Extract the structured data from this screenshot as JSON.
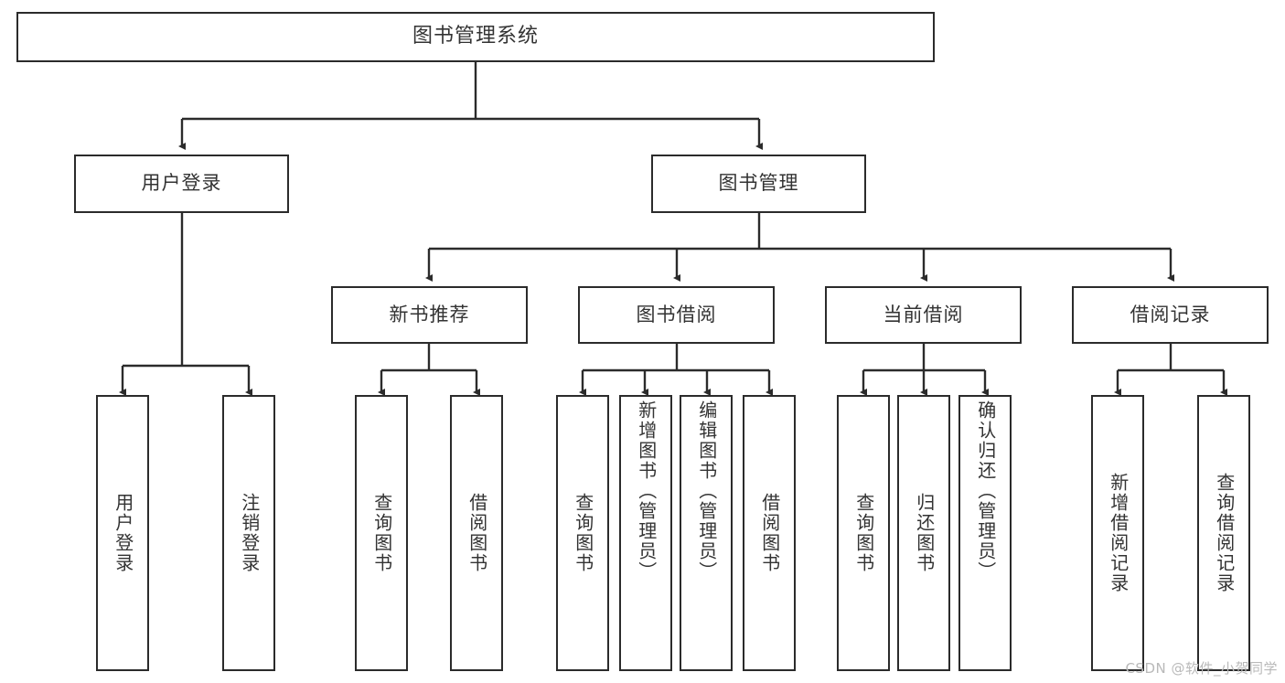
{
  "diagram": {
    "type": "tree",
    "title": "图书管理系统",
    "root": {
      "label": "图书管理系统"
    },
    "level2": [
      {
        "label": "用户登录"
      },
      {
        "label": "图书管理"
      }
    ],
    "level3": [
      {
        "label": "新书推荐"
      },
      {
        "label": "图书借阅"
      },
      {
        "label": "当前借阅"
      },
      {
        "label": "借阅记录"
      }
    ],
    "leaves": {
      "user_login": [
        {
          "label": "用户登录"
        },
        {
          "label": "注销登录"
        }
      ],
      "new_book_recommend": [
        {
          "label": "查询图书"
        },
        {
          "label": "借阅图书"
        }
      ],
      "book_borrow": [
        {
          "label": "查询图书"
        },
        {
          "label": "新增图书（管理员）"
        },
        {
          "label": "编辑图书（管理员）"
        },
        {
          "label": "借阅图书"
        }
      ],
      "current_borrow": [
        {
          "label": "查询图书"
        },
        {
          "label": "归还图书"
        },
        {
          "label": "确认归还（管理员）"
        }
      ],
      "borrow_record": [
        {
          "label": "新增借阅记录"
        },
        {
          "label": "查询借阅记录"
        }
      ]
    },
    "watermark": "CSDN @软件_小贺同学",
    "colors": {
      "border": "#2b2b2b",
      "text": "#333333",
      "background": "#ffffff",
      "edge": "#2b2b2b",
      "watermark": "#b9b9b9"
    }
  }
}
